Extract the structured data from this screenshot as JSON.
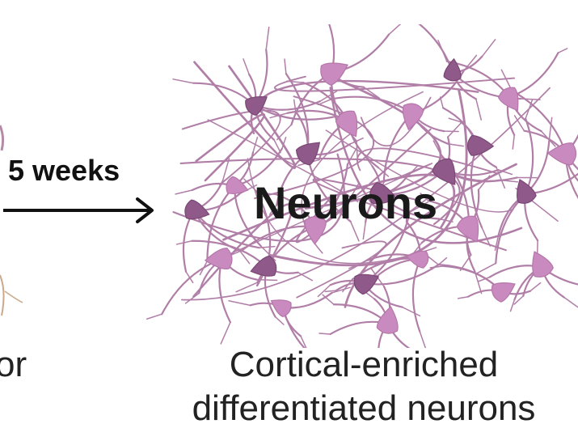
{
  "arrow": {
    "label": "5 weeks"
  },
  "network": {
    "label": "Neurons"
  },
  "caption": {
    "line1": "Cortical-enriched",
    "line2": "differentiated neurons"
  },
  "left_fragment": "or",
  "colors": {
    "neuron_dark": "#8f5a8a",
    "neuron_light": "#c98bbf",
    "neurite": "#a8719e",
    "text": "#1a1a1a"
  }
}
